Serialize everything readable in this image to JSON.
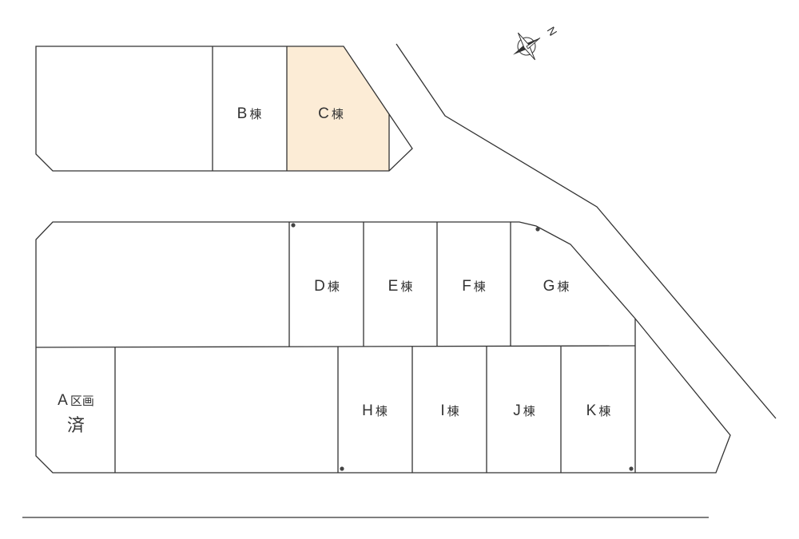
{
  "colors": {
    "line": "#333333",
    "highlight": "#fcecd6",
    "background": "#ffffff"
  },
  "compass": {
    "label": "N",
    "icon": "compass-rose-icon"
  },
  "lots": {
    "a": {
      "label": "A",
      "suffix": "区画",
      "status": "済"
    },
    "b": {
      "label": "B",
      "suffix": "棟"
    },
    "c": {
      "label": "C",
      "suffix": "棟",
      "highlighted": true
    },
    "d": {
      "label": "D",
      "suffix": "棟"
    },
    "e": {
      "label": "E",
      "suffix": "棟"
    },
    "f": {
      "label": "F",
      "suffix": "棟"
    },
    "g": {
      "label": "G",
      "suffix": "棟"
    },
    "h": {
      "label": "H",
      "suffix": "棟"
    },
    "i": {
      "label": "I",
      "suffix": "棟"
    },
    "j": {
      "label": "J",
      "suffix": "棟"
    },
    "k": {
      "label": "K",
      "suffix": "棟"
    }
  }
}
